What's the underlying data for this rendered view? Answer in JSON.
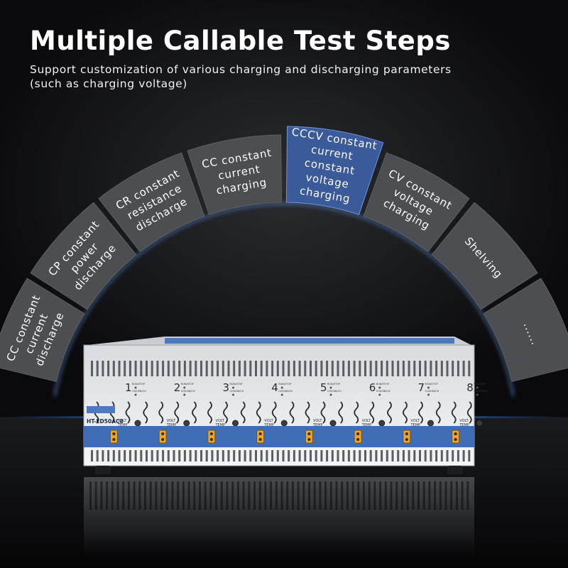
{
  "banner": {
    "title": "Multiple Callable Test Steps",
    "subtitle": "Support customization of various charging and discharging parameters\n(such as charging voltage)"
  },
  "steps": [
    {
      "label": "CC constant\ncurrent\ndischarge",
      "active": false
    },
    {
      "label": "CP constant\npower\ndischarge",
      "active": false
    },
    {
      "label": "CR constant\nresistance\ndischarge",
      "active": false
    },
    {
      "label": "CC constant\ncurrent\ncharging",
      "active": false
    },
    {
      "label": "CCCV constant\ncurrent\nconstant\nvoltage\ncharging",
      "active": true
    },
    {
      "label": "CV constant\nvoltage\ncharging",
      "active": false
    },
    {
      "label": "Shelving",
      "active": false
    },
    {
      "label": "......",
      "active": false
    }
  ],
  "device": {
    "model": "HT-ED50AC8",
    "channels": [
      "1",
      "2",
      "3",
      "4",
      "5",
      "6",
      "7",
      "8"
    ],
    "run_label": "RUN/STOP",
    "ch_label": "CH/USB/CH",
    "volt_label": "VOLT",
    "temp_label": "TEMP"
  },
  "colors": {
    "segment": "#4d4e52",
    "segment_active": "#3a5a9a",
    "ring_glow": "#5a8ad0",
    "panel_blue": "#3f6eb6",
    "horizon_glow": "#2a6fd6"
  }
}
